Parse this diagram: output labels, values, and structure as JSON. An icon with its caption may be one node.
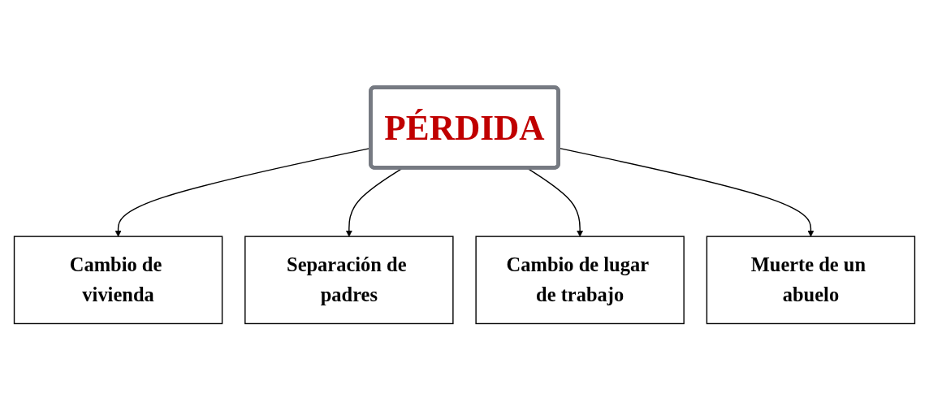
{
  "diagram": {
    "nodes": [
      {
        "text": [
          "Cambio de vivienda"
        ]
      },
      {
        "text": [
          "Separación de padres"
        ]
      },
      {
        "text": [
          "PÉRDIDA"
        ]
      },
      {
        "text": [
          "Cambio de lugar de trabajo"
        ]
      },
      {
        "text": [
          "Muerte de un abuelo"
        ]
      }
    ],
    "edges": [
      {
        "from": 2,
        "to": 0,
        "arrow": "to"
      },
      {
        "from": 2,
        "to": 1,
        "arrow": "to"
      },
      {
        "from": 2,
        "to": 3,
        "arrow": "to"
      },
      {
        "from": 2,
        "to": 4,
        "arrow": "to"
      }
    ]
  }
}
